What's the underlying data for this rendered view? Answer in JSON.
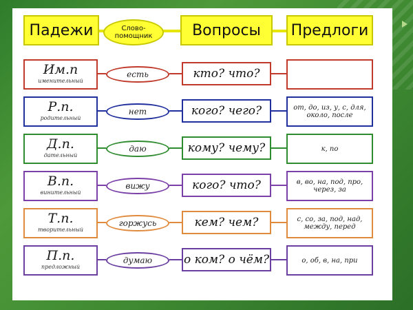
{
  "headers": {
    "cases": "Падежи",
    "helper": "Слово-помощник",
    "questions": "Вопросы",
    "prepositions": "Предлоги"
  },
  "rows": [
    {
      "abbr": "Им.п",
      "full": "именительный",
      "helper": "есть",
      "question": "кто? что?",
      "prepositions": "",
      "color": "#c0392b"
    },
    {
      "abbr": "Р.п.",
      "full": "родительный",
      "helper": "нет",
      "question": "кого? чего?",
      "prepositions": "от, до, из, у, с, для, около, после",
      "color": "#1f2f9e"
    },
    {
      "abbr": "Д.п.",
      "full": "дательный",
      "helper": "даю",
      "question": "кому? чему?",
      "prepositions": "к, по",
      "color": "#2e8b2e"
    },
    {
      "abbr": "В.п.",
      "full": "винительный",
      "helper": "вижу",
      "question": "кого? что?",
      "prepositions": "в, во, на, под, про, через, за",
      "color": "#7b3fa8"
    },
    {
      "abbr": "Т.п.",
      "full": "творительный",
      "helper": "горжусь",
      "question": "кем? чем?",
      "prepositions": "с, со, за, под, над, между, перед",
      "color": "#e08a3c"
    },
    {
      "abbr": "П.п.",
      "full": "предложный",
      "helper": "думаю",
      "question": "о ком? о чём?",
      "prepositions": "о, об, в, на, при",
      "color": "#6a3fa0"
    }
  ],
  "colors": {
    "header_fill": "#ffff33",
    "background": "#3f8a32"
  }
}
